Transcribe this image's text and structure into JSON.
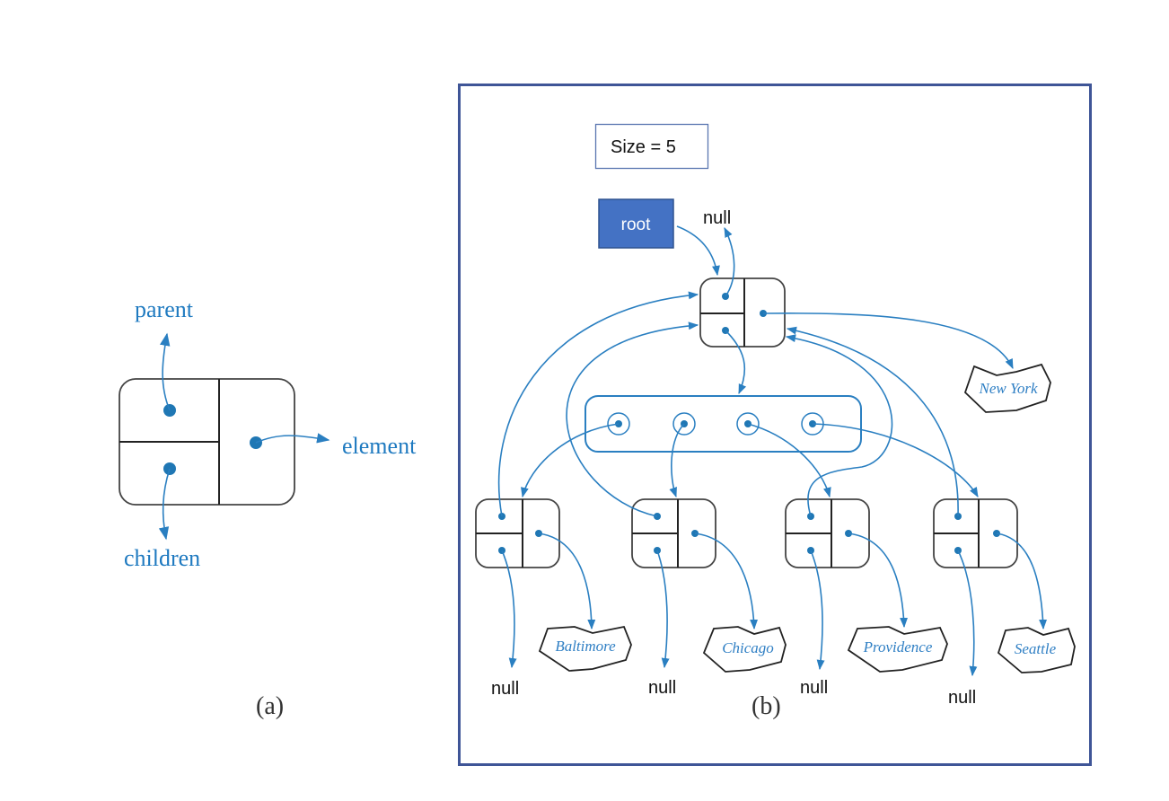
{
  "figure_a": {
    "caption": "(a)",
    "labels": {
      "parent": "parent",
      "children": "children",
      "element": "element"
    }
  },
  "figure_b": {
    "caption": "(b)",
    "size_label": "Size = 5",
    "root_label": "root",
    "root_parent_label": "null",
    "root_element": "New York",
    "children": [
      {
        "element": "Baltimore",
        "children_label": "null"
      },
      {
        "element": "Chicago",
        "children_label": "null"
      },
      {
        "element": "Providence",
        "children_label": "null"
      },
      {
        "element": "Seattle",
        "children_label": "null"
      }
    ]
  },
  "colors": {
    "arrow": "#2a7fc1",
    "label_blue": "#1f7ac0",
    "root_fill": "#4472c4",
    "frame_border": "#3f5597"
  }
}
